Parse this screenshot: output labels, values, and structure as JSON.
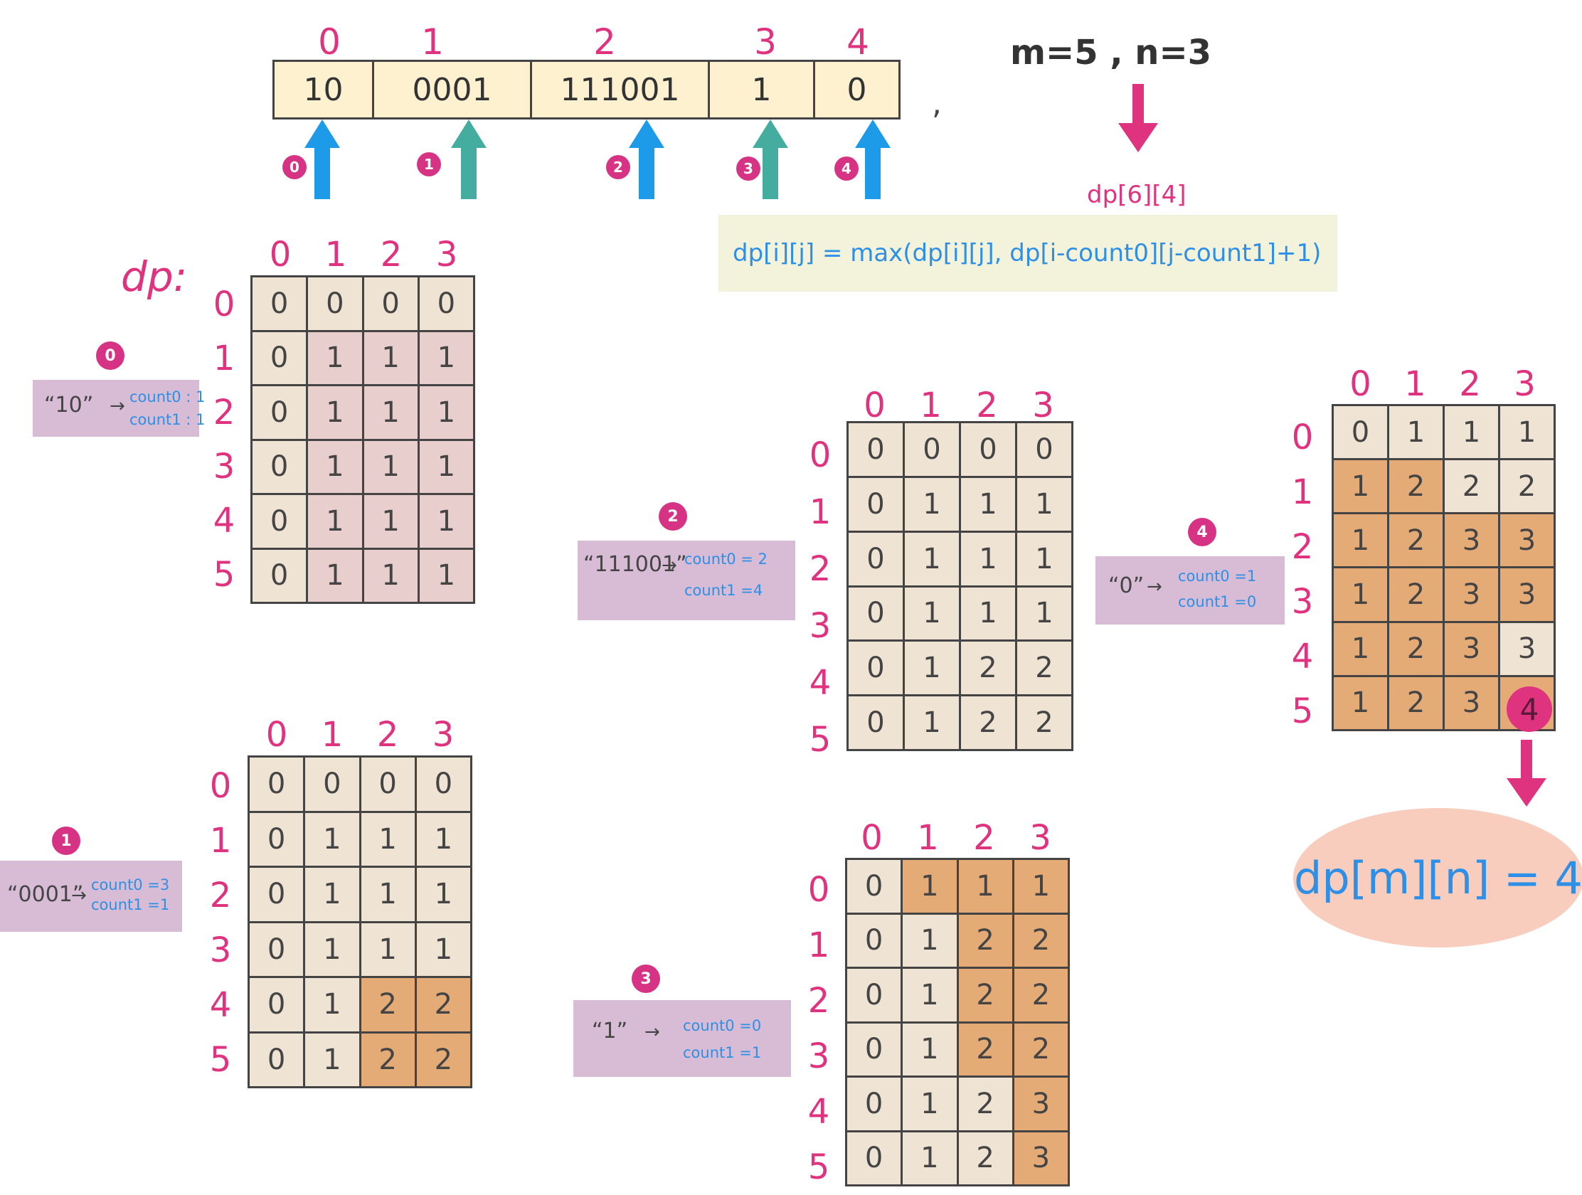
{
  "array": {
    "indices": [
      "0",
      "1",
      "2",
      "3",
      "4"
    ],
    "values": [
      "10",
      "0001",
      "111001",
      "1",
      "0"
    ],
    "comma": ","
  },
  "params": "m=5 , n=3",
  "pointers": [
    "0",
    "1",
    "2",
    "3",
    "4"
  ],
  "target_label": "dp[6][4]",
  "formula": "dp[i][j] = max(dp[i][j], dp[i-count0][j-count1]+1)",
  "dp_title": "dp:",
  "col_labels": [
    "0",
    "1",
    "2",
    "3"
  ],
  "row_labels": [
    "0",
    "1",
    "2",
    "3",
    "4",
    "5"
  ],
  "steps": [
    {
      "badge": "0",
      "word": "“10”",
      "arrow": "→",
      "count0": "count0 : 1",
      "count1": "count1 : 1",
      "grid": [
        [
          "0",
          "0",
          "0",
          "0"
        ],
        [
          "0",
          "1",
          "1",
          "1"
        ],
        [
          "0",
          "1",
          "1",
          "1"
        ],
        [
          "0",
          "1",
          "1",
          "1"
        ],
        [
          "0",
          "1",
          "1",
          "1"
        ],
        [
          "0",
          "1",
          "1",
          "1"
        ]
      ]
    },
    {
      "badge": "1",
      "word": "“0001”",
      "arrow": "→",
      "count0": "count0 =3",
      "count1": "count1 =1",
      "grid": [
        [
          "0",
          "0",
          "0",
          "0"
        ],
        [
          "0",
          "1",
          "1",
          "1"
        ],
        [
          "0",
          "1",
          "1",
          "1"
        ],
        [
          "0",
          "1",
          "1",
          "1"
        ],
        [
          "0",
          "1",
          "2",
          "2"
        ],
        [
          "0",
          "1",
          "2",
          "2"
        ]
      ]
    },
    {
      "badge": "2",
      "word": "“111001”",
      "arrow": "→",
      "count0": "count0 = 2",
      "count1": "count1 =4",
      "grid": [
        [
          "0",
          "0",
          "0",
          "0"
        ],
        [
          "0",
          "1",
          "1",
          "1"
        ],
        [
          "0",
          "1",
          "1",
          "1"
        ],
        [
          "0",
          "1",
          "1",
          "1"
        ],
        [
          "0",
          "1",
          "2",
          "2"
        ],
        [
          "0",
          "1",
          "2",
          "2"
        ]
      ]
    },
    {
      "badge": "3",
      "word": "“1”",
      "arrow": "→",
      "count0": "count0 =0",
      "count1": "count1 =1",
      "grid": [
        [
          "0",
          "1",
          "1",
          "1"
        ],
        [
          "0",
          "1",
          "2",
          "2"
        ],
        [
          "0",
          "1",
          "2",
          "2"
        ],
        [
          "0",
          "1",
          "2",
          "2"
        ],
        [
          "0",
          "1",
          "2",
          "3"
        ],
        [
          "0",
          "1",
          "2",
          "3"
        ]
      ]
    },
    {
      "badge": "4",
      "word": "“0”",
      "arrow": "→",
      "count0": "count0 =1",
      "count1": "count1 =0",
      "grid": [
        [
          "0",
          "1",
          "1",
          "1"
        ],
        [
          "1",
          "2",
          "2",
          "2"
        ],
        [
          "1",
          "2",
          "3",
          "3"
        ],
        [
          "1",
          "2",
          "3",
          "3"
        ],
        [
          "1",
          "2",
          "3",
          "3"
        ],
        [
          "1",
          "2",
          "3",
          "4"
        ]
      ]
    }
  ],
  "result": "dp[m][n] = 4",
  "colors": {
    "accent": "#e0337f",
    "blue": "#2e8fe6",
    "teal": "#45ad9f",
    "cell_plain": "#efe3d3",
    "cell_pink": "#e8cfcd",
    "cell_orange": "#e4ab76",
    "note_bg": "#d8bcd6",
    "formula_bg": "#f3f3dc",
    "result_bg": "#f8cdbd"
  }
}
